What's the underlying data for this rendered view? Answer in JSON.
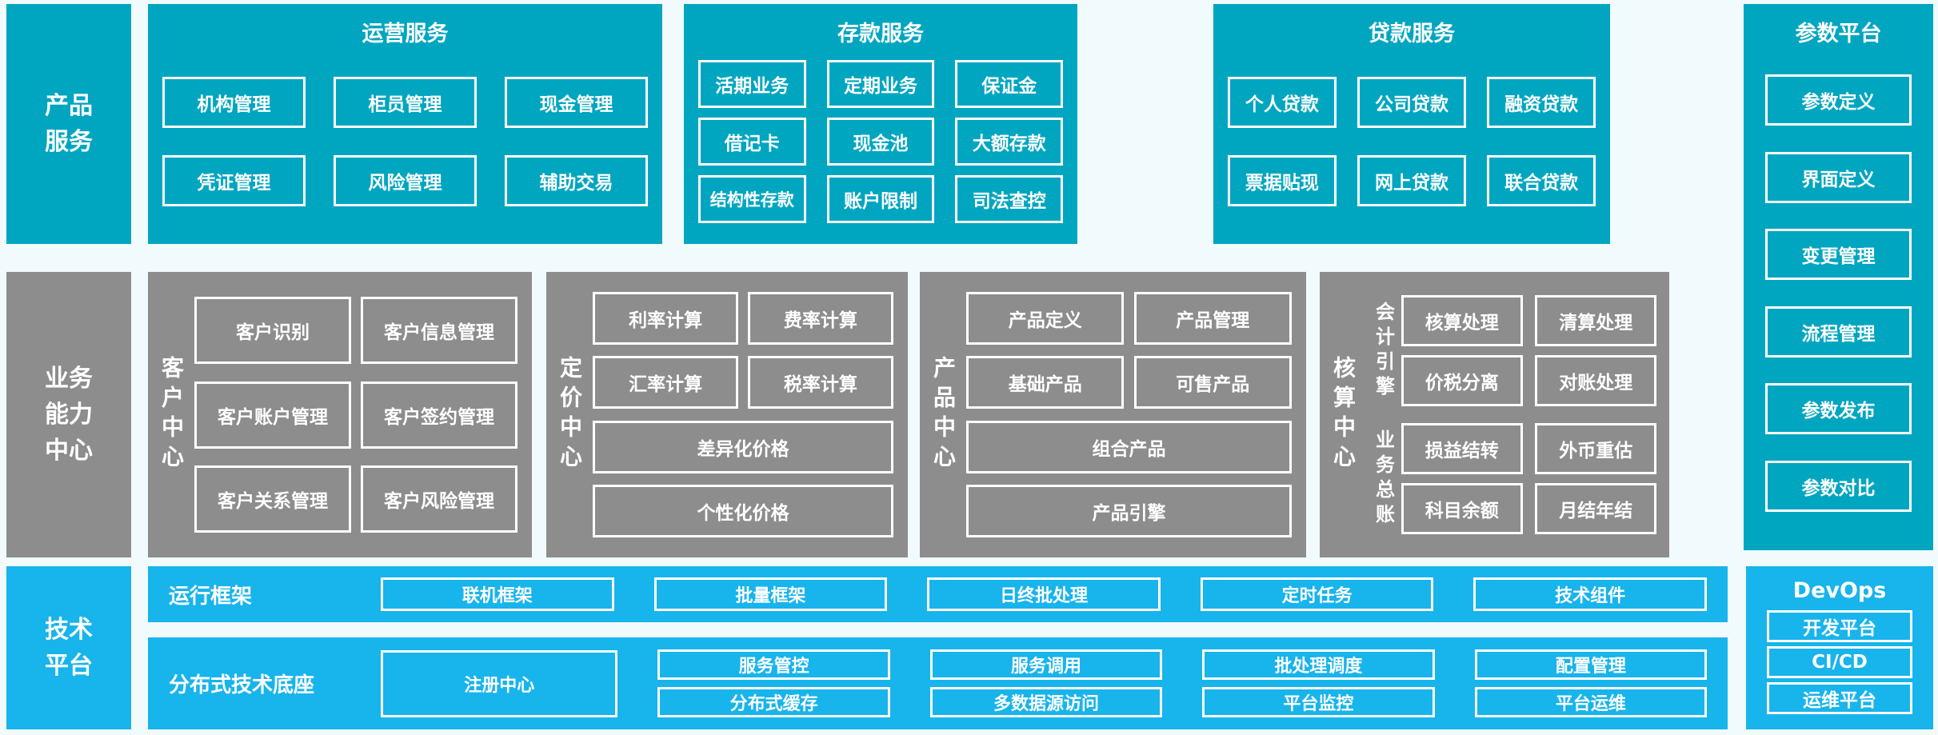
{
  "palette": {
    "teal": "#00a6c0",
    "blue": "#18b4ec",
    "gray": "#8d8d8d",
    "background": "#f1fafc",
    "border": "#ffffff"
  },
  "product_services": {
    "sidebar_label": "产品\n服务",
    "operation": {
      "title": "运营服务",
      "boxes": [
        "机构管理",
        "柜员管理",
        "现金管理",
        "凭证管理",
        "风险管理",
        "辅助交易"
      ]
    },
    "deposit": {
      "title": "存款服务",
      "boxes": [
        "活期业务",
        "定期业务",
        "保证金",
        "借记卡",
        "现金池",
        "大额存款",
        "结构性存款",
        "账户限制",
        "司法查控"
      ]
    },
    "loan": {
      "title": "贷款服务",
      "boxes": [
        "个人贷款",
        "公司贷款",
        "融资贷款",
        "票据贴现",
        "网上贷款",
        "联合贷款"
      ]
    }
  },
  "param_platform": {
    "title": "参数平台",
    "boxes": [
      "参数定义",
      "界面定义",
      "变更管理",
      "流程管理",
      "参数发布",
      "参数对比"
    ]
  },
  "business_center": {
    "sidebar_label": "业务\n能力\n中心",
    "customer": {
      "label": "客户中心",
      "boxes": [
        "客户识别",
        "客户信息管理",
        "客户账户管理",
        "客户签约管理",
        "客户关系管理",
        "客户风险管理"
      ]
    },
    "pricing": {
      "label": "定价中心",
      "boxes": [
        "利率计算",
        "费率计算",
        "汇率计算",
        "税率计算"
      ],
      "wide_boxes": [
        "差异化价格",
        "个性化价格"
      ]
    },
    "product": {
      "label": "产品中心",
      "boxes": [
        "产品定义",
        "产品管理",
        "基础产品",
        "可售产品"
      ],
      "wide_boxes": [
        "组合产品",
        "产品引擎"
      ]
    },
    "accounting": {
      "label": "核算中心",
      "groups": [
        {
          "label": "会计引擎",
          "boxes": [
            "核算处理",
            "清算处理",
            "价税分离",
            "对账处理"
          ]
        },
        {
          "label": "业务总账",
          "boxes": [
            "损益结转",
            "外币重估",
            "科目余额",
            "月结年结"
          ]
        }
      ]
    }
  },
  "tech_platform": {
    "sidebar_label": "技术\n平台",
    "runtime": {
      "label": "运行框架",
      "boxes": [
        "联机框架",
        "批量框架",
        "日终批处理",
        "定时任务",
        "技术组件"
      ]
    },
    "distributed": {
      "label": "分布式技术底座",
      "registry": "注册中心",
      "pairs": [
        [
          "服务管控",
          "分布式缓存"
        ],
        [
          "服务调用",
          "多数据源访问"
        ],
        [
          "批处理调度",
          "平台监控"
        ],
        [
          "配置管理",
          "平台运维"
        ]
      ]
    },
    "devops": {
      "title": "DevOps",
      "boxes": [
        "开发平台",
        "CI/CD",
        "运维平台"
      ]
    }
  }
}
